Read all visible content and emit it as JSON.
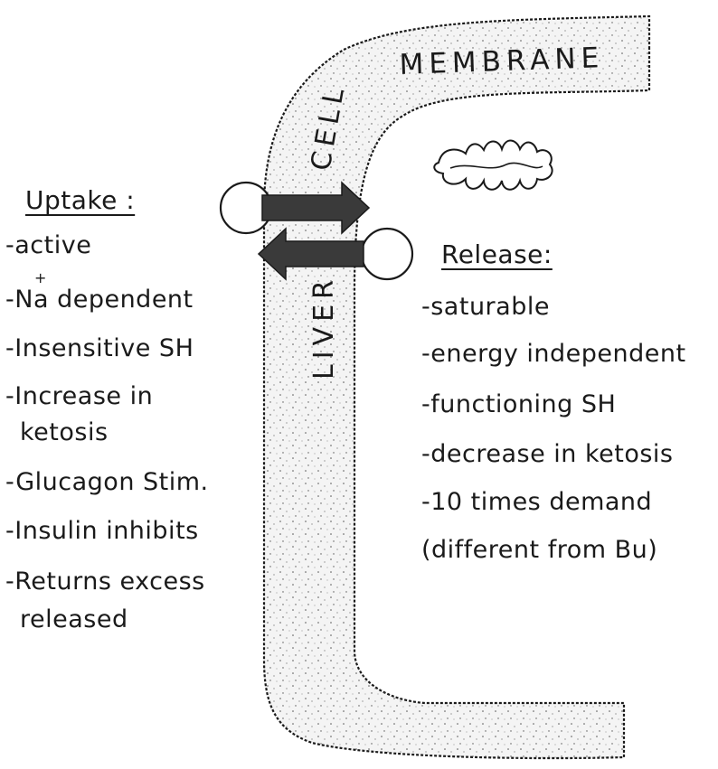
{
  "membrane": {
    "cell_label": "CELL",
    "membrane_label": "MEMBRANE",
    "liver_label": "LIVER"
  },
  "uptake": {
    "heading": "Uptake :",
    "items": [
      "-active",
      "-Na dependent",
      "-Insensitive SH",
      "-Increase in",
      "ketosis",
      "-Glucagon Stim.",
      "-Insulin inhibits",
      "-Returns excess",
      "released"
    ],
    "na_superscript": "+"
  },
  "release": {
    "heading": "Release:",
    "items": [
      "-saturable",
      "-energy independent",
      "-functioning SH",
      "-decrease in ketosis",
      "-10 times demand",
      "(different from Bu)"
    ]
  },
  "colors": {
    "ink": "#1a1a1a",
    "arrow": "#3a3a3a",
    "membrane_fill": "#f4f4f4"
  }
}
